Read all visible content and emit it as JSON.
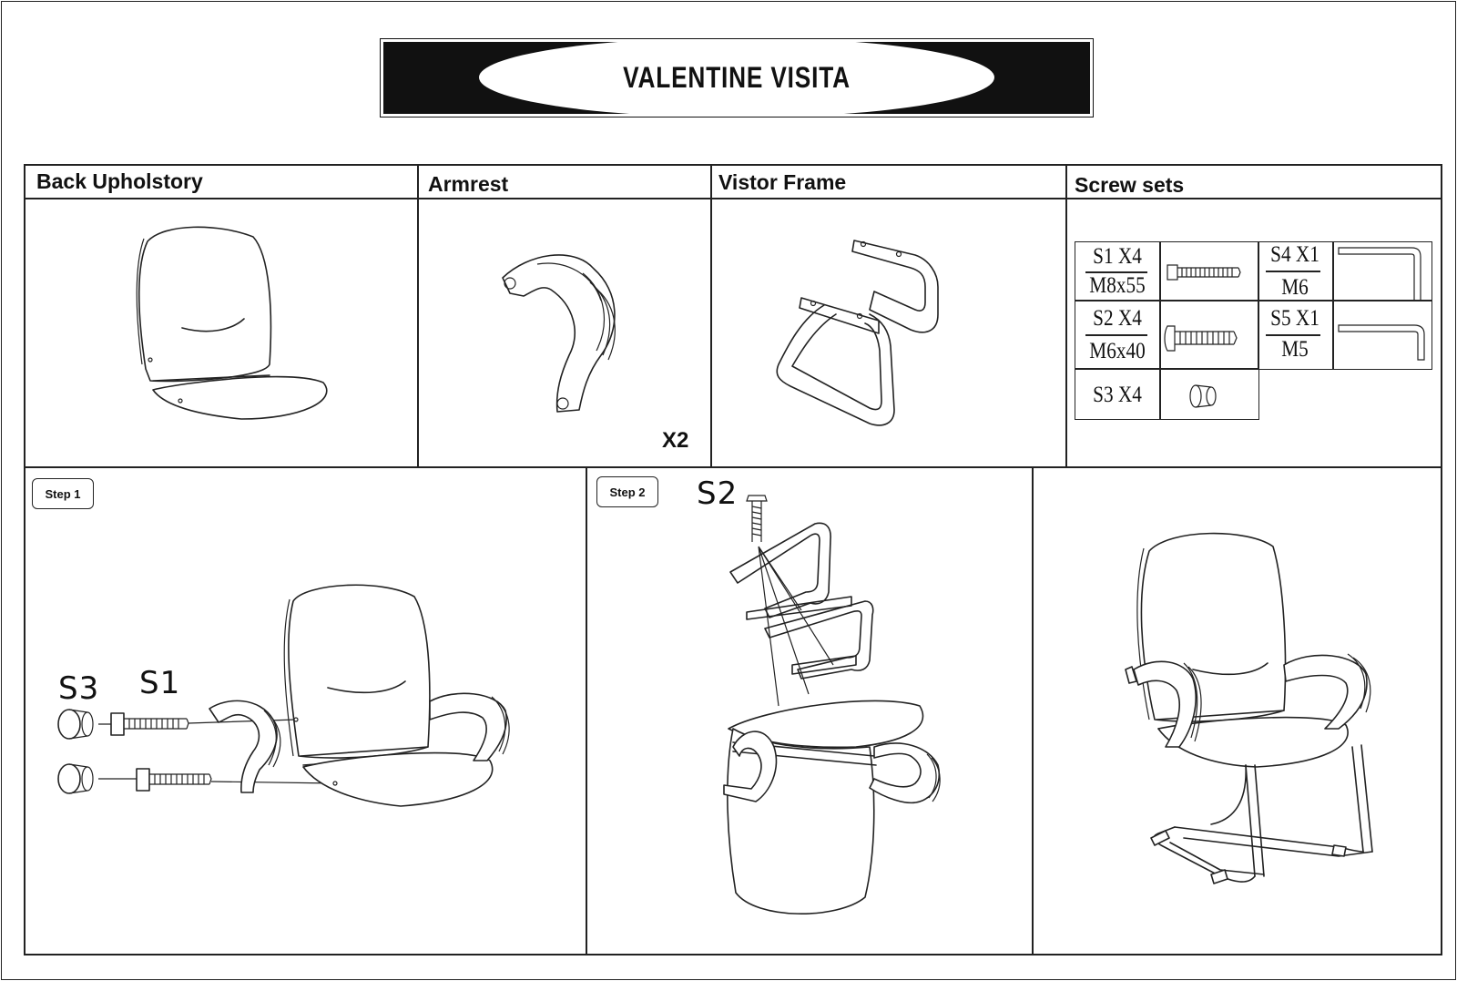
{
  "banner": {
    "title": "VALENTINE  VISITA"
  },
  "parts": {
    "back_upholstery": {
      "label": "Back Upholstory"
    },
    "armrest": {
      "label": "Armrest",
      "quantity": "X2"
    },
    "visitor_frame": {
      "label": "Vistor Frame"
    },
    "screw_sets": {
      "label": "Screw sets"
    }
  },
  "screws": [
    {
      "code": "S1  X4",
      "size": "M8x55"
    },
    {
      "code": "S2  X4",
      "size": "M6x40"
    },
    {
      "code": "S3  X4",
      "size": ""
    },
    {
      "code": "S4  X1",
      "size": "M6"
    },
    {
      "code": "S5  X1",
      "size": "M5"
    }
  ],
  "steps": [
    {
      "badge": "Step 1",
      "callouts": [
        "S3",
        "S1"
      ]
    },
    {
      "badge": "Step 2",
      "callouts": [
        "S2"
      ]
    }
  ]
}
